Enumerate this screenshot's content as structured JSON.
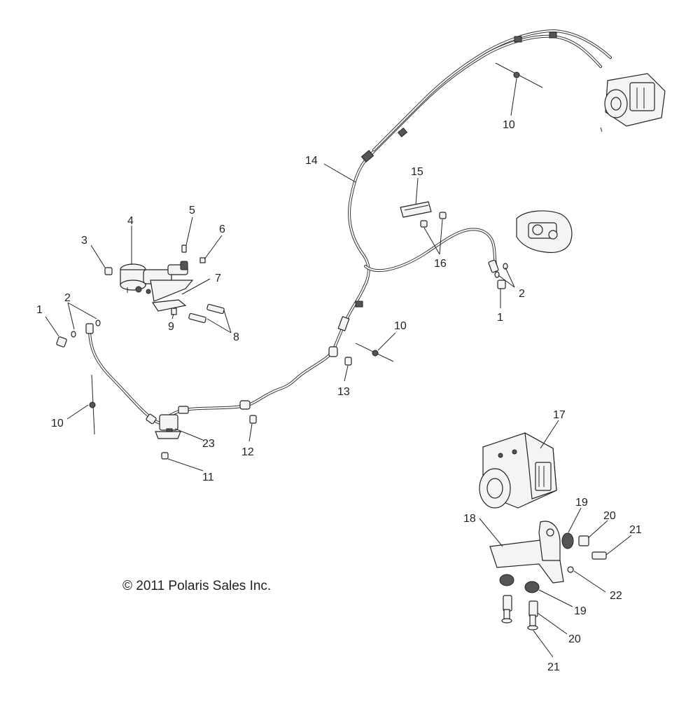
{
  "copyright": "© 2011 Polaris Sales Inc.",
  "callouts": {
    "c1a": "1",
    "c1b": "1",
    "c2a": "2",
    "c2b": "2",
    "c3": "3",
    "c4": "4",
    "c5": "5",
    "c6": "6",
    "c7": "7",
    "c8": "8",
    "c9": "9",
    "c10a": "10",
    "c10b": "10",
    "c10c": "10",
    "c11": "11",
    "c12": "12",
    "c13": "13",
    "c14": "14",
    "c15": "15",
    "c16": "16",
    "c17": "17",
    "c18": "18",
    "c19a": "19",
    "c19b": "19",
    "c20a": "20",
    "c20b": "20",
    "c21a": "21",
    "c21b": "21",
    "c22": "22",
    "c23": "23"
  },
  "icons": [
    "abs-module",
    "brake-caliper",
    "master-cylinder",
    "brake-hose",
    "bracket",
    "bolt",
    "grommet"
  ]
}
